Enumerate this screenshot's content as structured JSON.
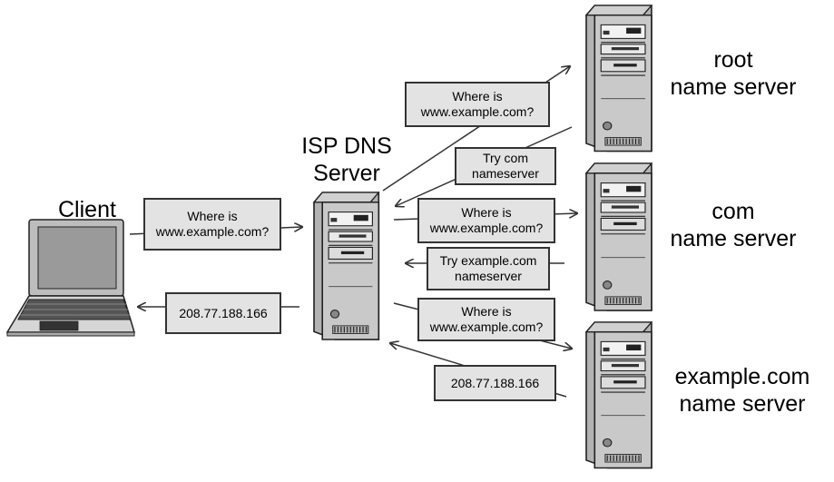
{
  "nodes": {
    "client": "Client",
    "isp_line1": "ISP DNS",
    "isp_line2": "Server",
    "root_line1": "root",
    "root_line2": "name server",
    "com_line1": "com",
    "com_line2": "name server",
    "example_line1": "example.com",
    "example_line2": "name server"
  },
  "messages": {
    "client_query": [
      "Where is",
      "www.example.com?"
    ],
    "client_answer": [
      "208.77.188.166"
    ],
    "root_query": [
      "Where is",
      "www.example.com?"
    ],
    "root_reply": [
      "Try com",
      "nameserver"
    ],
    "com_query": [
      "Where is",
      "www.example.com?"
    ],
    "com_reply": [
      "Try example.com",
      "nameserver"
    ],
    "example_query": [
      "Where is",
      "www.example.com?"
    ],
    "example_answer": [
      "208.77.188.166"
    ]
  },
  "colors": {
    "box_fill": "#e3e3e3",
    "server_body": "#a9a9a9",
    "server_front": "#c8c8c8",
    "line": "#333333"
  }
}
